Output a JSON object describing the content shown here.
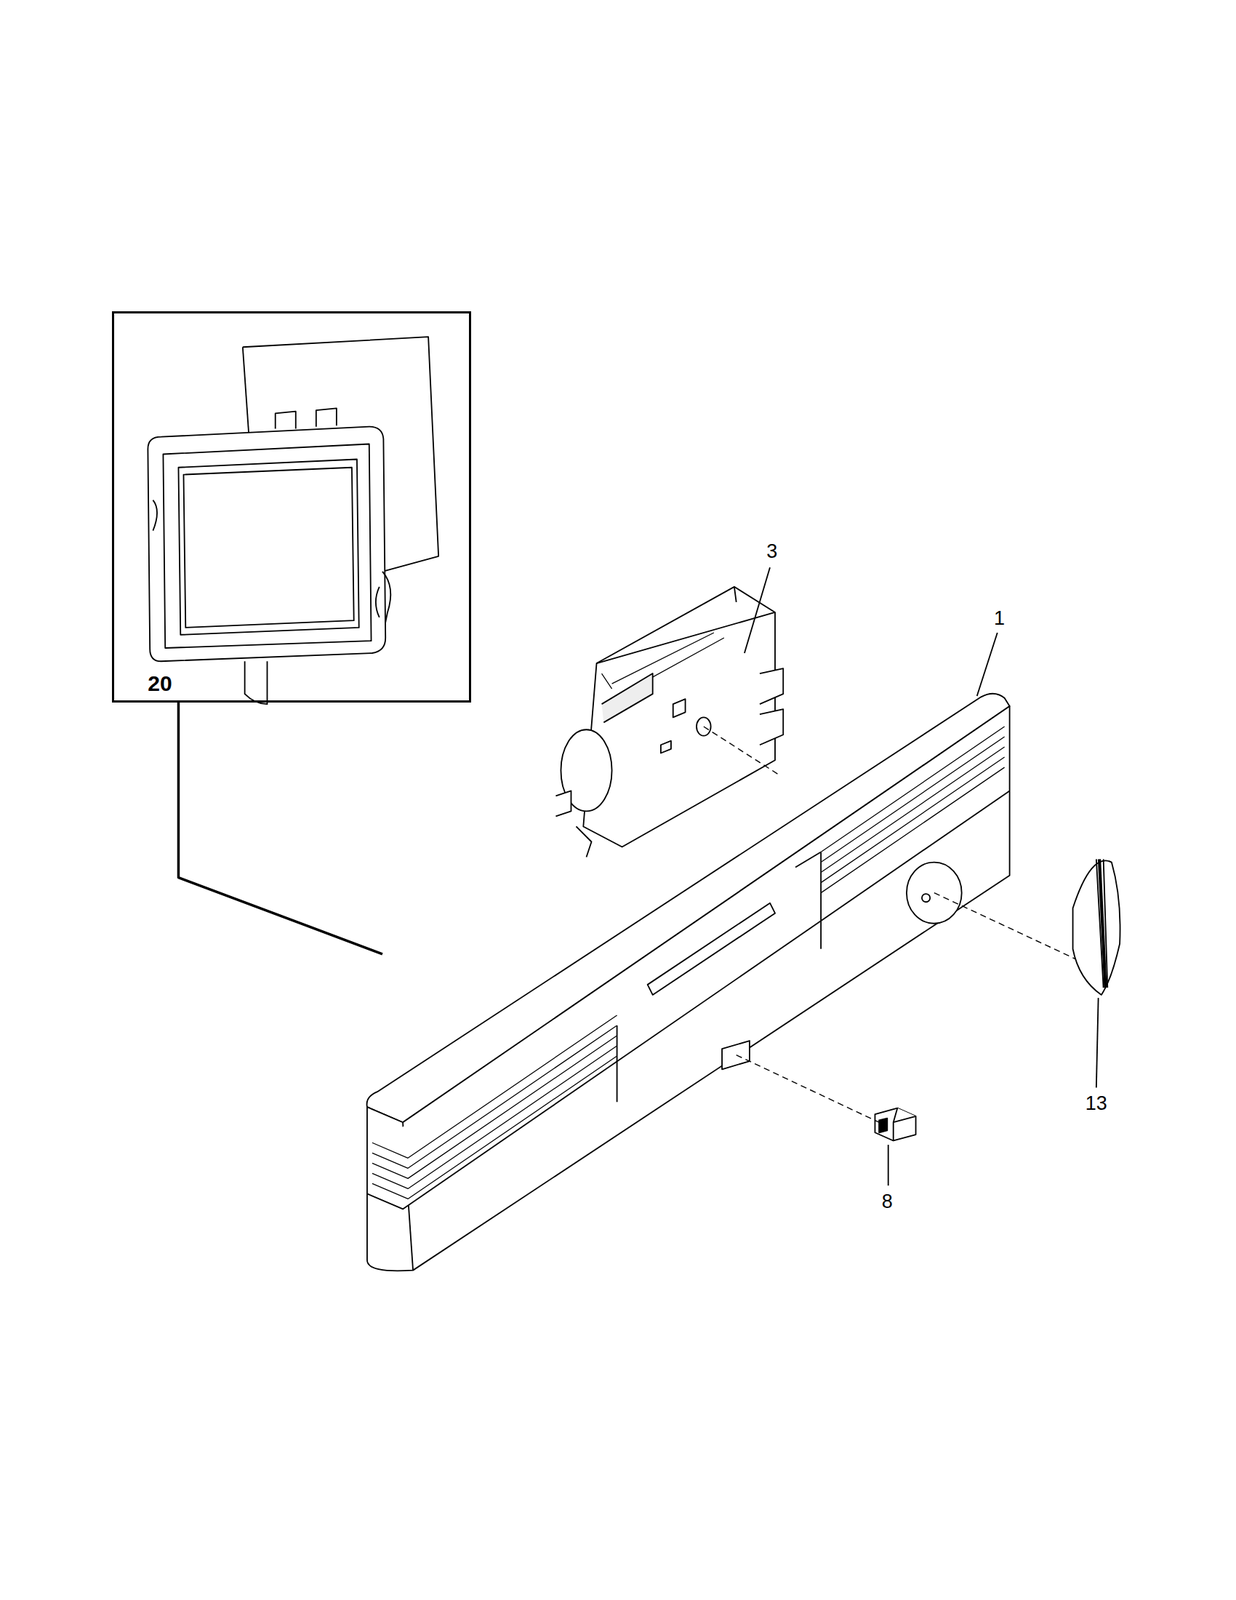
{
  "diagram": {
    "nodes": [
      {
        "text": [
          "20"
        ]
      }
    ],
    "labels": [
      "3",
      "1",
      "13",
      "8"
    ]
  }
}
